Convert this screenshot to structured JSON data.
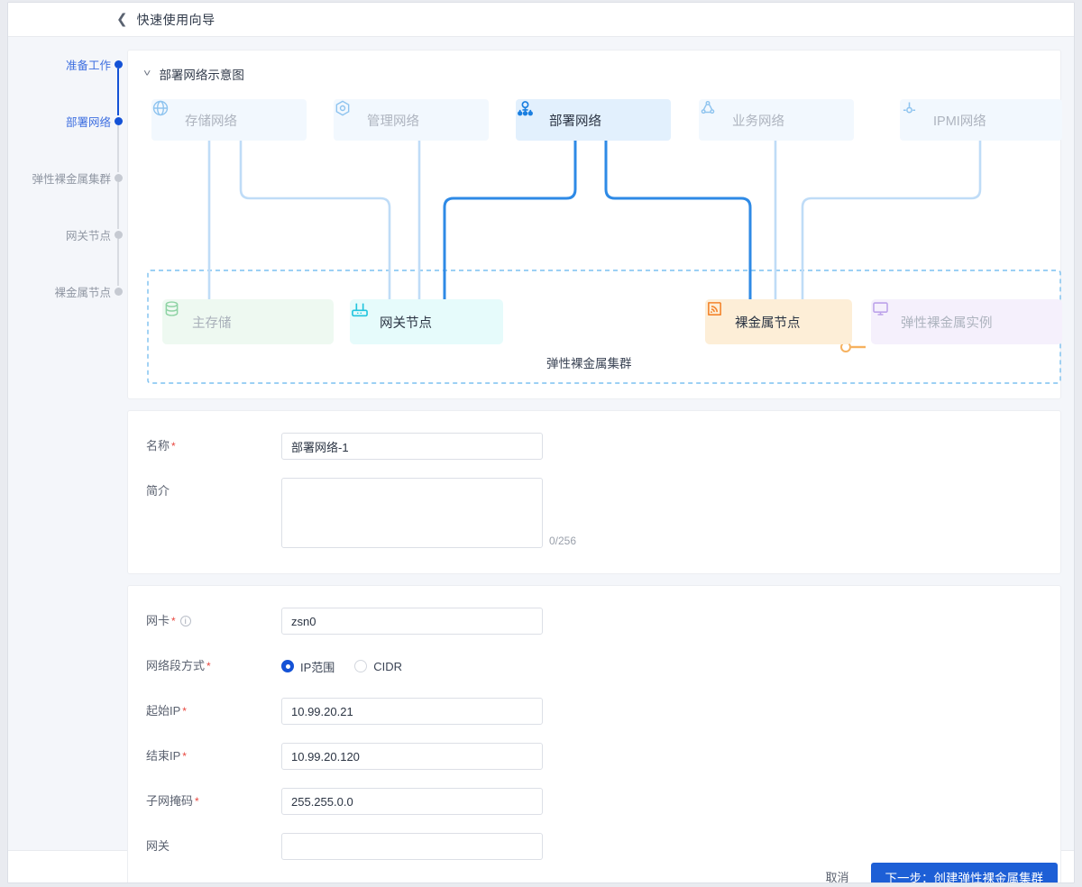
{
  "header": {
    "title": "快速使用向导",
    "back_icon": "chevron-left-icon"
  },
  "steps": [
    {
      "label": "准备工作",
      "state": "done"
    },
    {
      "label": "部署网络",
      "state": "active"
    },
    {
      "label": "弹性裸金属集群",
      "state": "pending"
    },
    {
      "label": "网关节点",
      "state": "pending"
    },
    {
      "label": "裸金属节点",
      "state": "pending"
    }
  ],
  "diagram": {
    "title": "部署网络示意图",
    "caret_icon": "chevron-down-icon",
    "cluster_label": "弹性裸金属集群",
    "networks": [
      {
        "label": "存储网络",
        "icon": "globe-icon",
        "selected": false
      },
      {
        "label": "管理网络",
        "icon": "hexagon-gear-icon",
        "selected": false
      },
      {
        "label": "部署网络",
        "icon": "sitemap-icon",
        "selected": true
      },
      {
        "label": "业务网络",
        "icon": "cloud-nodes-icon",
        "selected": false
      },
      {
        "label": "IPMI网络",
        "icon": "ipmi-port-icon",
        "selected": false
      }
    ],
    "nodes": [
      {
        "label": "主存储",
        "icon": "database-icon",
        "color": "#6dc98a",
        "bg": "#eef9f1",
        "text": "#a9b0ba"
      },
      {
        "label": "网关节点",
        "icon": "router-icon",
        "color": "#2ac9e0",
        "bg": "#e6fbfb",
        "text": "#2b3443"
      },
      {
        "label": "裸金属节点",
        "icon": "signal-box-icon",
        "color": "#f4842c",
        "bg": "#fdeed7",
        "text": "#2b3443"
      },
      {
        "label": "弹性裸金属实例",
        "icon": "monitor-icon",
        "color": "#b79be8",
        "bg": "#f5f0fc",
        "text": "#aeb4bf"
      }
    ]
  },
  "form_basic": {
    "name": {
      "label": "名称",
      "required": true,
      "value": "部署网络-1",
      "placeholder": ""
    },
    "intro": {
      "label": "简介",
      "required": false,
      "value": "",
      "placeholder": "",
      "counter": "0/256"
    }
  },
  "form_net": {
    "nic": {
      "label": "网卡",
      "required": true,
      "value": "zsn0",
      "placeholder": "",
      "info_icon": "info-icon"
    },
    "seg_mode": {
      "label": "网络段方式",
      "required": true,
      "options": [
        "IP范围",
        "CIDR"
      ],
      "selected": "IP范围"
    },
    "start_ip": {
      "label": "起始IP",
      "required": true,
      "value": "10.99.20.21",
      "placeholder": ""
    },
    "end_ip": {
      "label": "结束IP",
      "required": true,
      "value": "10.99.20.120",
      "placeholder": ""
    },
    "netmask": {
      "label": "子网掩码",
      "required": true,
      "value": "255.255.0.0",
      "placeholder": ""
    },
    "gateway": {
      "label": "网关",
      "required": false,
      "value": "",
      "placeholder": ""
    }
  },
  "footer": {
    "cancel": "取消",
    "next": "下一步：创建弹性裸金属集群"
  },
  "colors": {
    "accent": "#1452d6",
    "primary_btn": "#1d5fd6",
    "required": "#e8473f"
  }
}
